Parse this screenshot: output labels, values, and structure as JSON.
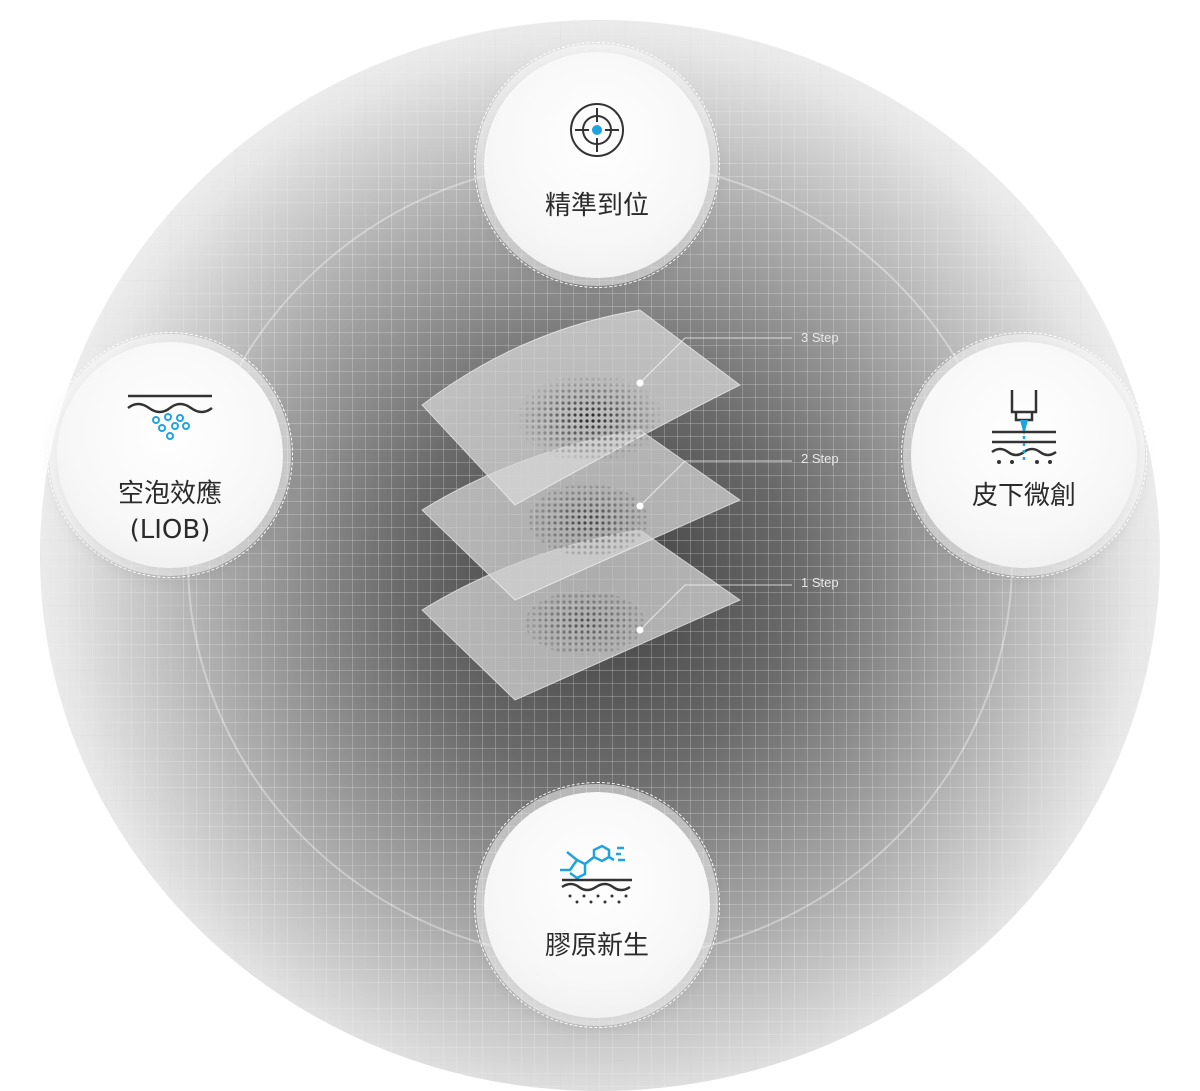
{
  "nodes": [
    {
      "id": "top",
      "label": "精準到位",
      "icon": "crosshair-target-icon"
    },
    {
      "id": "left",
      "label": "空泡效應",
      "sublabel": "(LIOB)",
      "icon": "skin-bubbles-icon"
    },
    {
      "id": "right",
      "label": "皮下微創",
      "icon": "laser-skin-icon"
    },
    {
      "id": "bottom",
      "label": "膠原新生",
      "icon": "collagen-molecule-icon"
    }
  ],
  "steps": [
    "3 Step",
    "2 Step",
    "1 Step"
  ],
  "colors": {
    "accent": "#1fa3e0",
    "icon": "#333333"
  }
}
